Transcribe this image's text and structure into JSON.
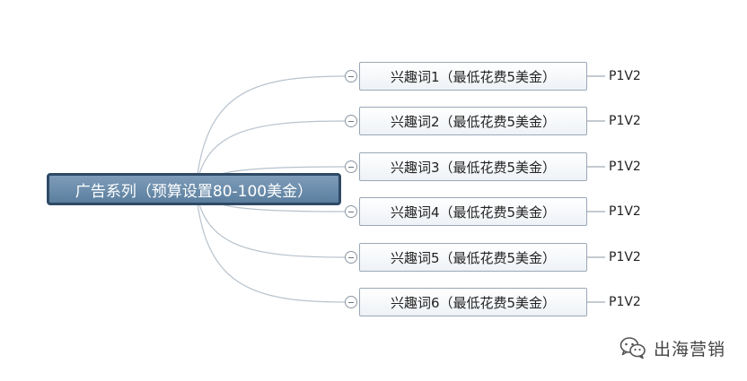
{
  "root": {
    "label": "广告系列（预算设置80-100美金）"
  },
  "children": [
    {
      "label": "兴趣词1（最低花费5美金）",
      "leaf": "P1V2"
    },
    {
      "label": "兴趣词2（最低花费5美金）",
      "leaf": "P1V2"
    },
    {
      "label": "兴趣词3（最低花费5美金）",
      "leaf": "P1V2"
    },
    {
      "label": "兴趣词4（最低花费5美金）",
      "leaf": "P1V2"
    },
    {
      "label": "兴趣词5（最低花费5美金）",
      "leaf": "P1V2"
    },
    {
      "label": "兴趣词6（最低花费5美金）",
      "leaf": "P1V2"
    }
  ],
  "watermark": {
    "text": "出海营销",
    "icon": "wechat-icon"
  },
  "colors": {
    "root_fill": "#6b8cab",
    "root_border": "#2f4a66",
    "child_border": "#9aa8b6",
    "line": "#b8c2cc"
  }
}
